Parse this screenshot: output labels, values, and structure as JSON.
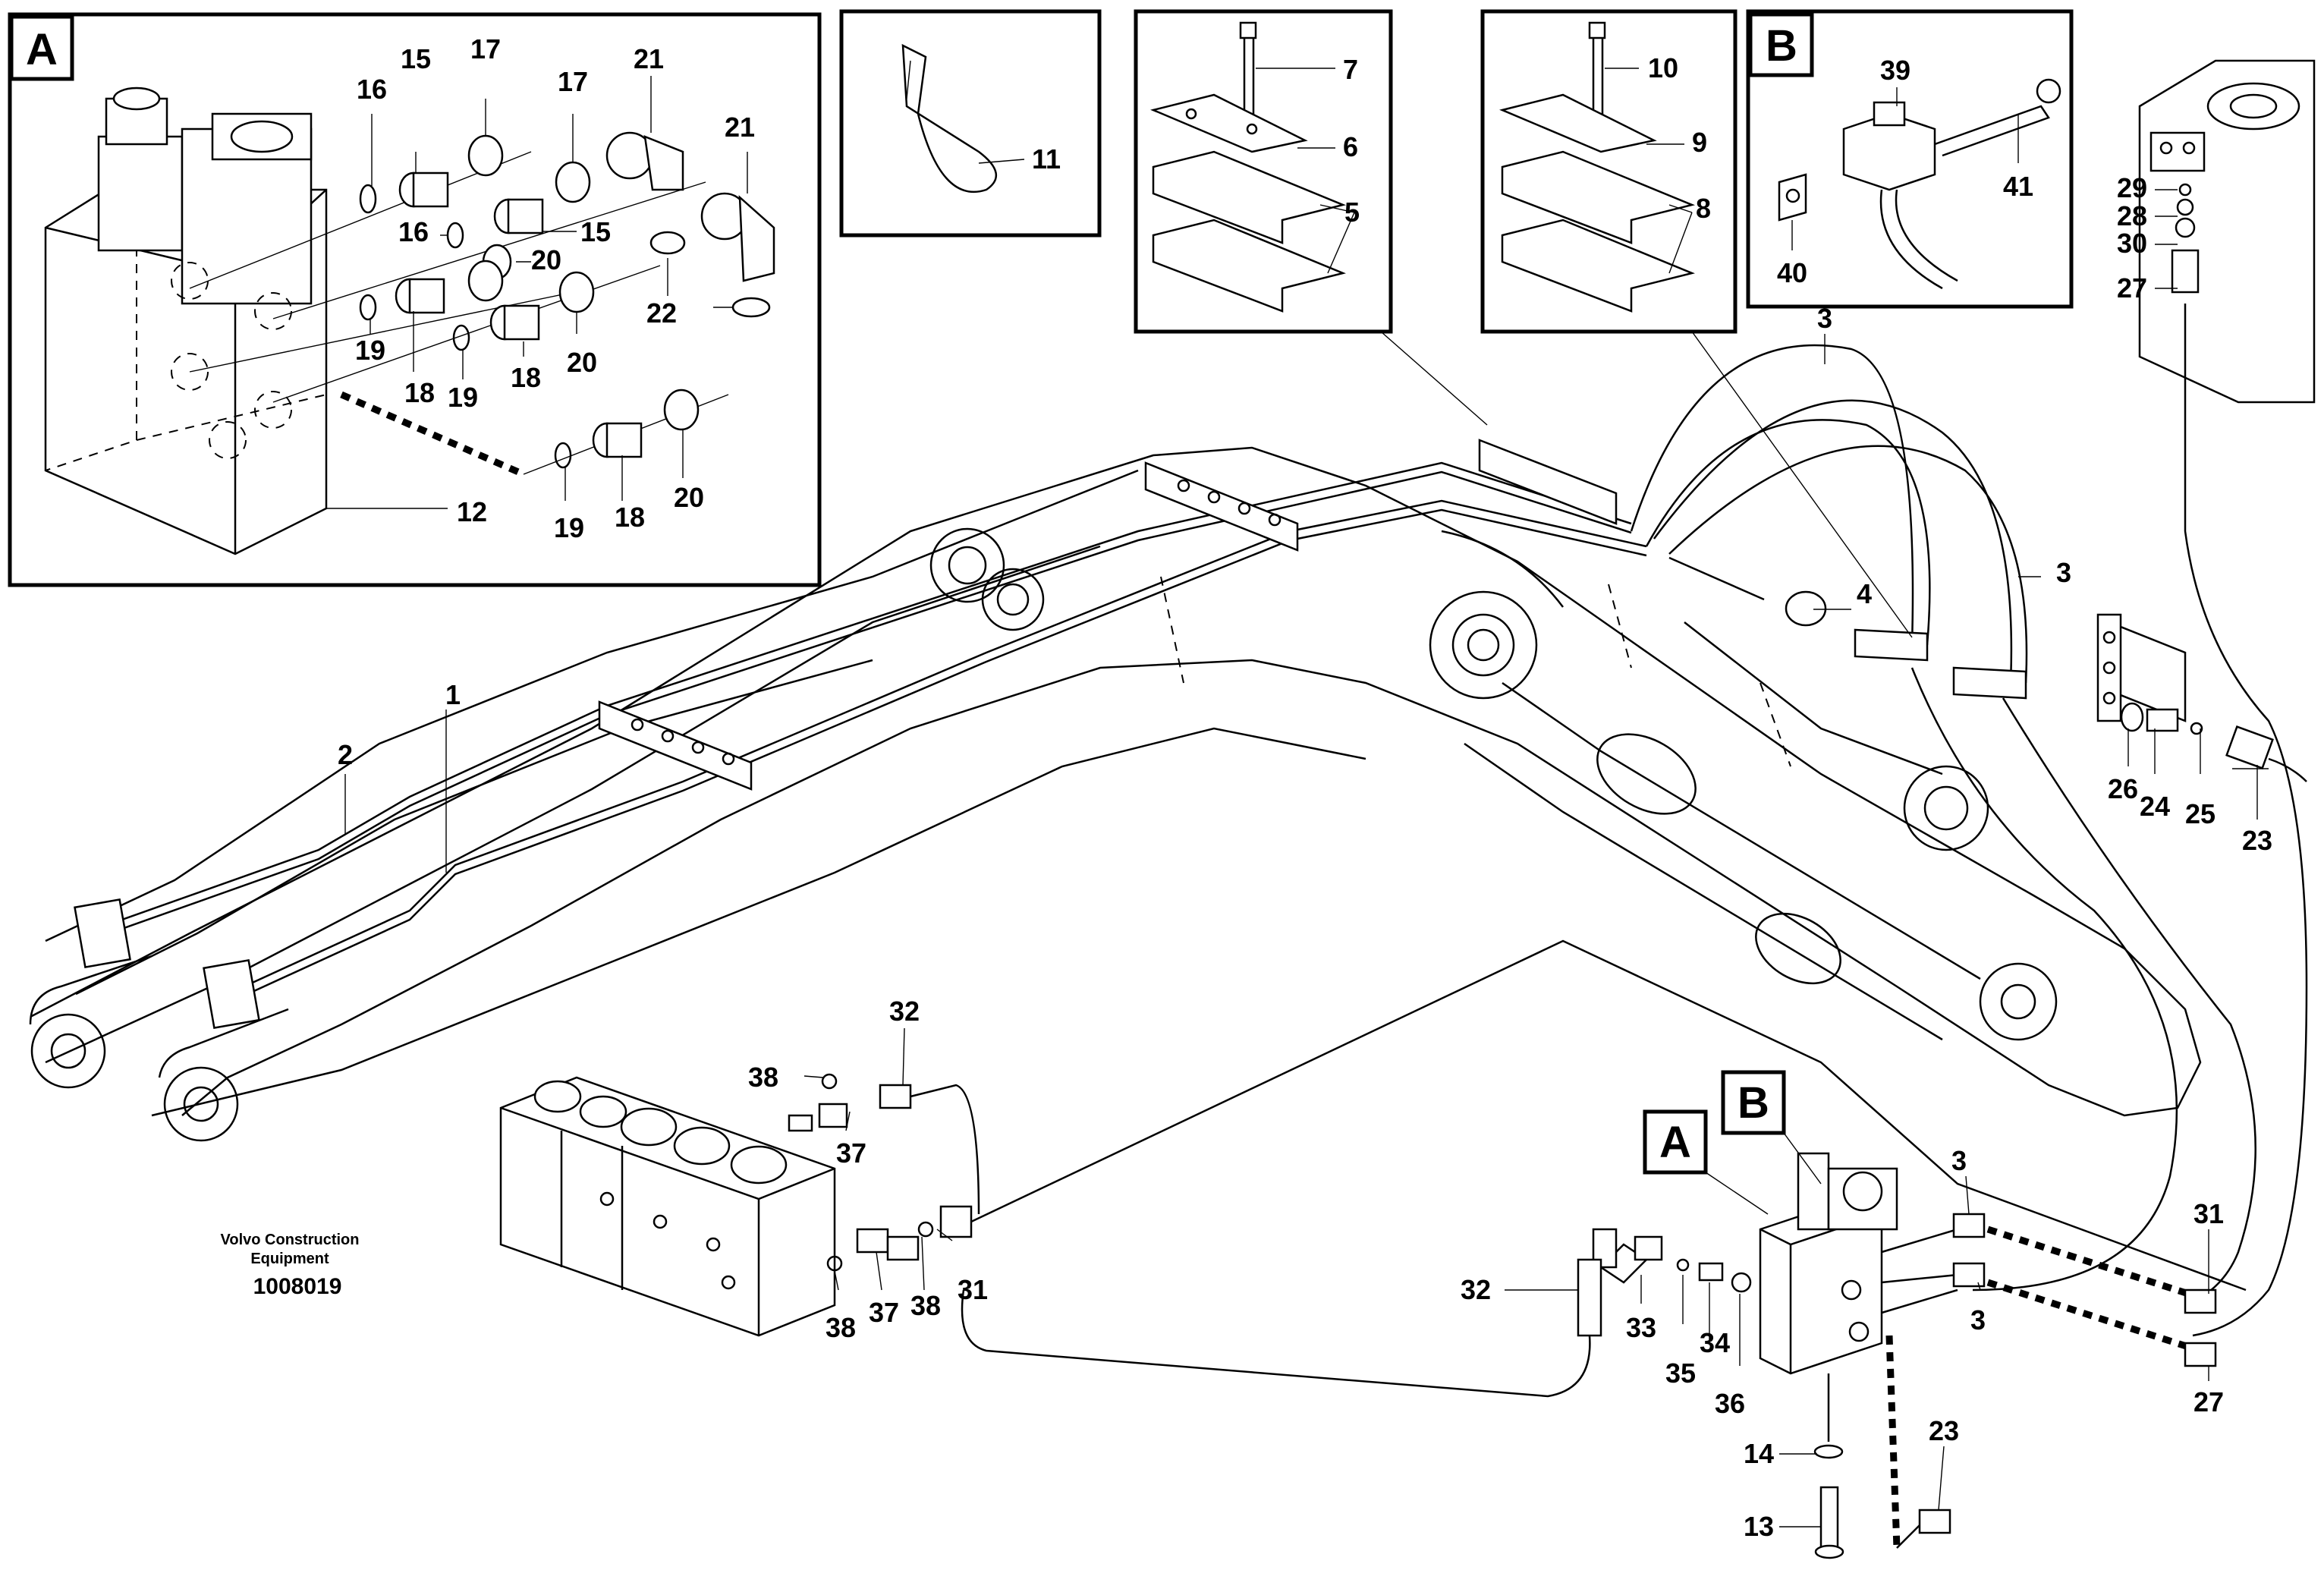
{
  "detail_labels": {
    "a": "A",
    "b": "B"
  },
  "caption": {
    "company": "Volvo Construction",
    "line2": "Equipment",
    "drawing_number": "1008019"
  },
  "callouts": [
    {
      "id": "c1",
      "text": "1"
    },
    {
      "id": "c2",
      "text": "2"
    },
    {
      "id": "c3a",
      "text": "3"
    },
    {
      "id": "c3b",
      "text": "3"
    },
    {
      "id": "c3c",
      "text": "3"
    },
    {
      "id": "c3d",
      "text": "3"
    },
    {
      "id": "c4",
      "text": "4"
    },
    {
      "id": "c5",
      "text": "5"
    },
    {
      "id": "c6",
      "text": "6"
    },
    {
      "id": "c7",
      "text": "7"
    },
    {
      "id": "c8",
      "text": "8"
    },
    {
      "id": "c9",
      "text": "9"
    },
    {
      "id": "c10",
      "text": "10"
    },
    {
      "id": "c11",
      "text": "11"
    },
    {
      "id": "c12",
      "text": "12"
    },
    {
      "id": "c13",
      "text": "13"
    },
    {
      "id": "c14",
      "text": "14"
    },
    {
      "id": "c15a",
      "text": "15"
    },
    {
      "id": "c15b",
      "text": "15"
    },
    {
      "id": "c16a",
      "text": "16"
    },
    {
      "id": "c16b",
      "text": "16"
    },
    {
      "id": "c17a",
      "text": "17"
    },
    {
      "id": "c17b",
      "text": "17"
    },
    {
      "id": "c18a",
      "text": "18"
    },
    {
      "id": "c18b",
      "text": "18"
    },
    {
      "id": "c18c",
      "text": "18"
    },
    {
      "id": "c19a",
      "text": "19"
    },
    {
      "id": "c19b",
      "text": "19"
    },
    {
      "id": "c19c",
      "text": "19"
    },
    {
      "id": "c20a",
      "text": "20"
    },
    {
      "id": "c20b",
      "text": "20"
    },
    {
      "id": "c20c",
      "text": "20"
    },
    {
      "id": "c21a",
      "text": "21"
    },
    {
      "id": "c21b",
      "text": "21"
    },
    {
      "id": "c22",
      "text": "22"
    },
    {
      "id": "c23a",
      "text": "23"
    },
    {
      "id": "c23b",
      "text": "23"
    },
    {
      "id": "c24",
      "text": "24"
    },
    {
      "id": "c25",
      "text": "25"
    },
    {
      "id": "c26",
      "text": "26"
    },
    {
      "id": "c27a",
      "text": "27"
    },
    {
      "id": "c27b",
      "text": "27"
    },
    {
      "id": "c28",
      "text": "28"
    },
    {
      "id": "c29",
      "text": "29"
    },
    {
      "id": "c30",
      "text": "30"
    },
    {
      "id": "c31a",
      "text": "31"
    },
    {
      "id": "c31b",
      "text": "31"
    },
    {
      "id": "c32a",
      "text": "32"
    },
    {
      "id": "c32b",
      "text": "32"
    },
    {
      "id": "c33",
      "text": "33"
    },
    {
      "id": "c34",
      "text": "34"
    },
    {
      "id": "c35",
      "text": "35"
    },
    {
      "id": "c36",
      "text": "36"
    },
    {
      "id": "c37a",
      "text": "37"
    },
    {
      "id": "c37b",
      "text": "37"
    },
    {
      "id": "c38a",
      "text": "38"
    },
    {
      "id": "c38b",
      "text": "38"
    },
    {
      "id": "c38c",
      "text": "38"
    },
    {
      "id": "c39",
      "text": "39"
    },
    {
      "id": "c40",
      "text": "40"
    },
    {
      "id": "c41",
      "text": "41"
    }
  ]
}
